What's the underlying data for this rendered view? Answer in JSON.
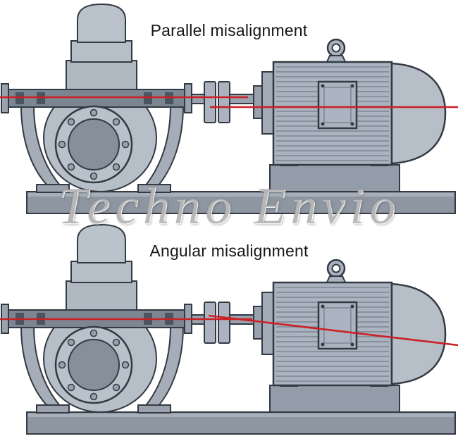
{
  "figure": {
    "panels": [
      {
        "title": "Parallel misalignment",
        "type": "parallel"
      },
      {
        "title": "Angular misalignment",
        "type": "angular"
      }
    ],
    "watermark": "Techno Envio"
  },
  "colors": {
    "centerline_red": "#cb2026",
    "outline": "#333a43",
    "machine_light": "#b9c2cb",
    "machine_mid": "#9aa3ad",
    "machine_dark": "#7c8692",
    "baseplate": "#8d96a1",
    "background": "#ffffff",
    "watermark_gray": "#919191"
  }
}
